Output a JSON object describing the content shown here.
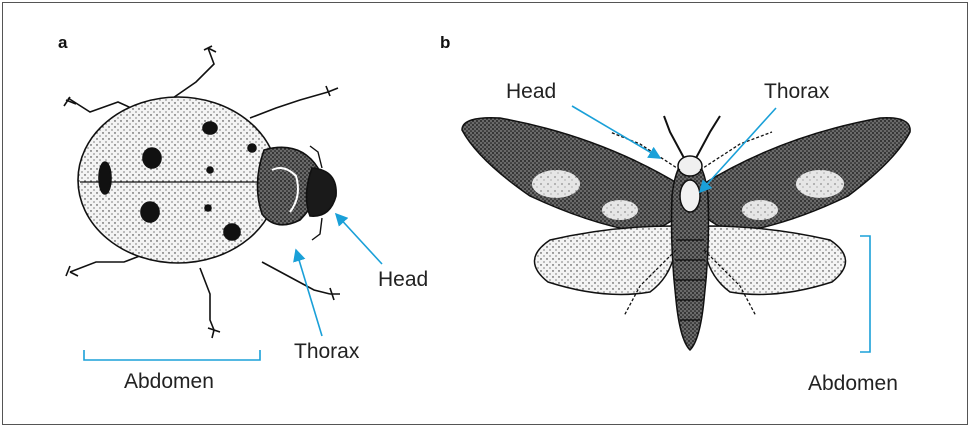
{
  "panels": {
    "a": {
      "letter": "a",
      "labels": {
        "head": "Head",
        "thorax": "Thorax",
        "abdomen": "Abdomen"
      }
    },
    "b": {
      "letter": "b",
      "labels": {
        "head": "Head",
        "thorax": "Thorax",
        "abdomen": "Abdomen"
      }
    }
  },
  "colors": {
    "callout": "#1aa0d8",
    "ink": "#111111",
    "border": "#555555"
  }
}
